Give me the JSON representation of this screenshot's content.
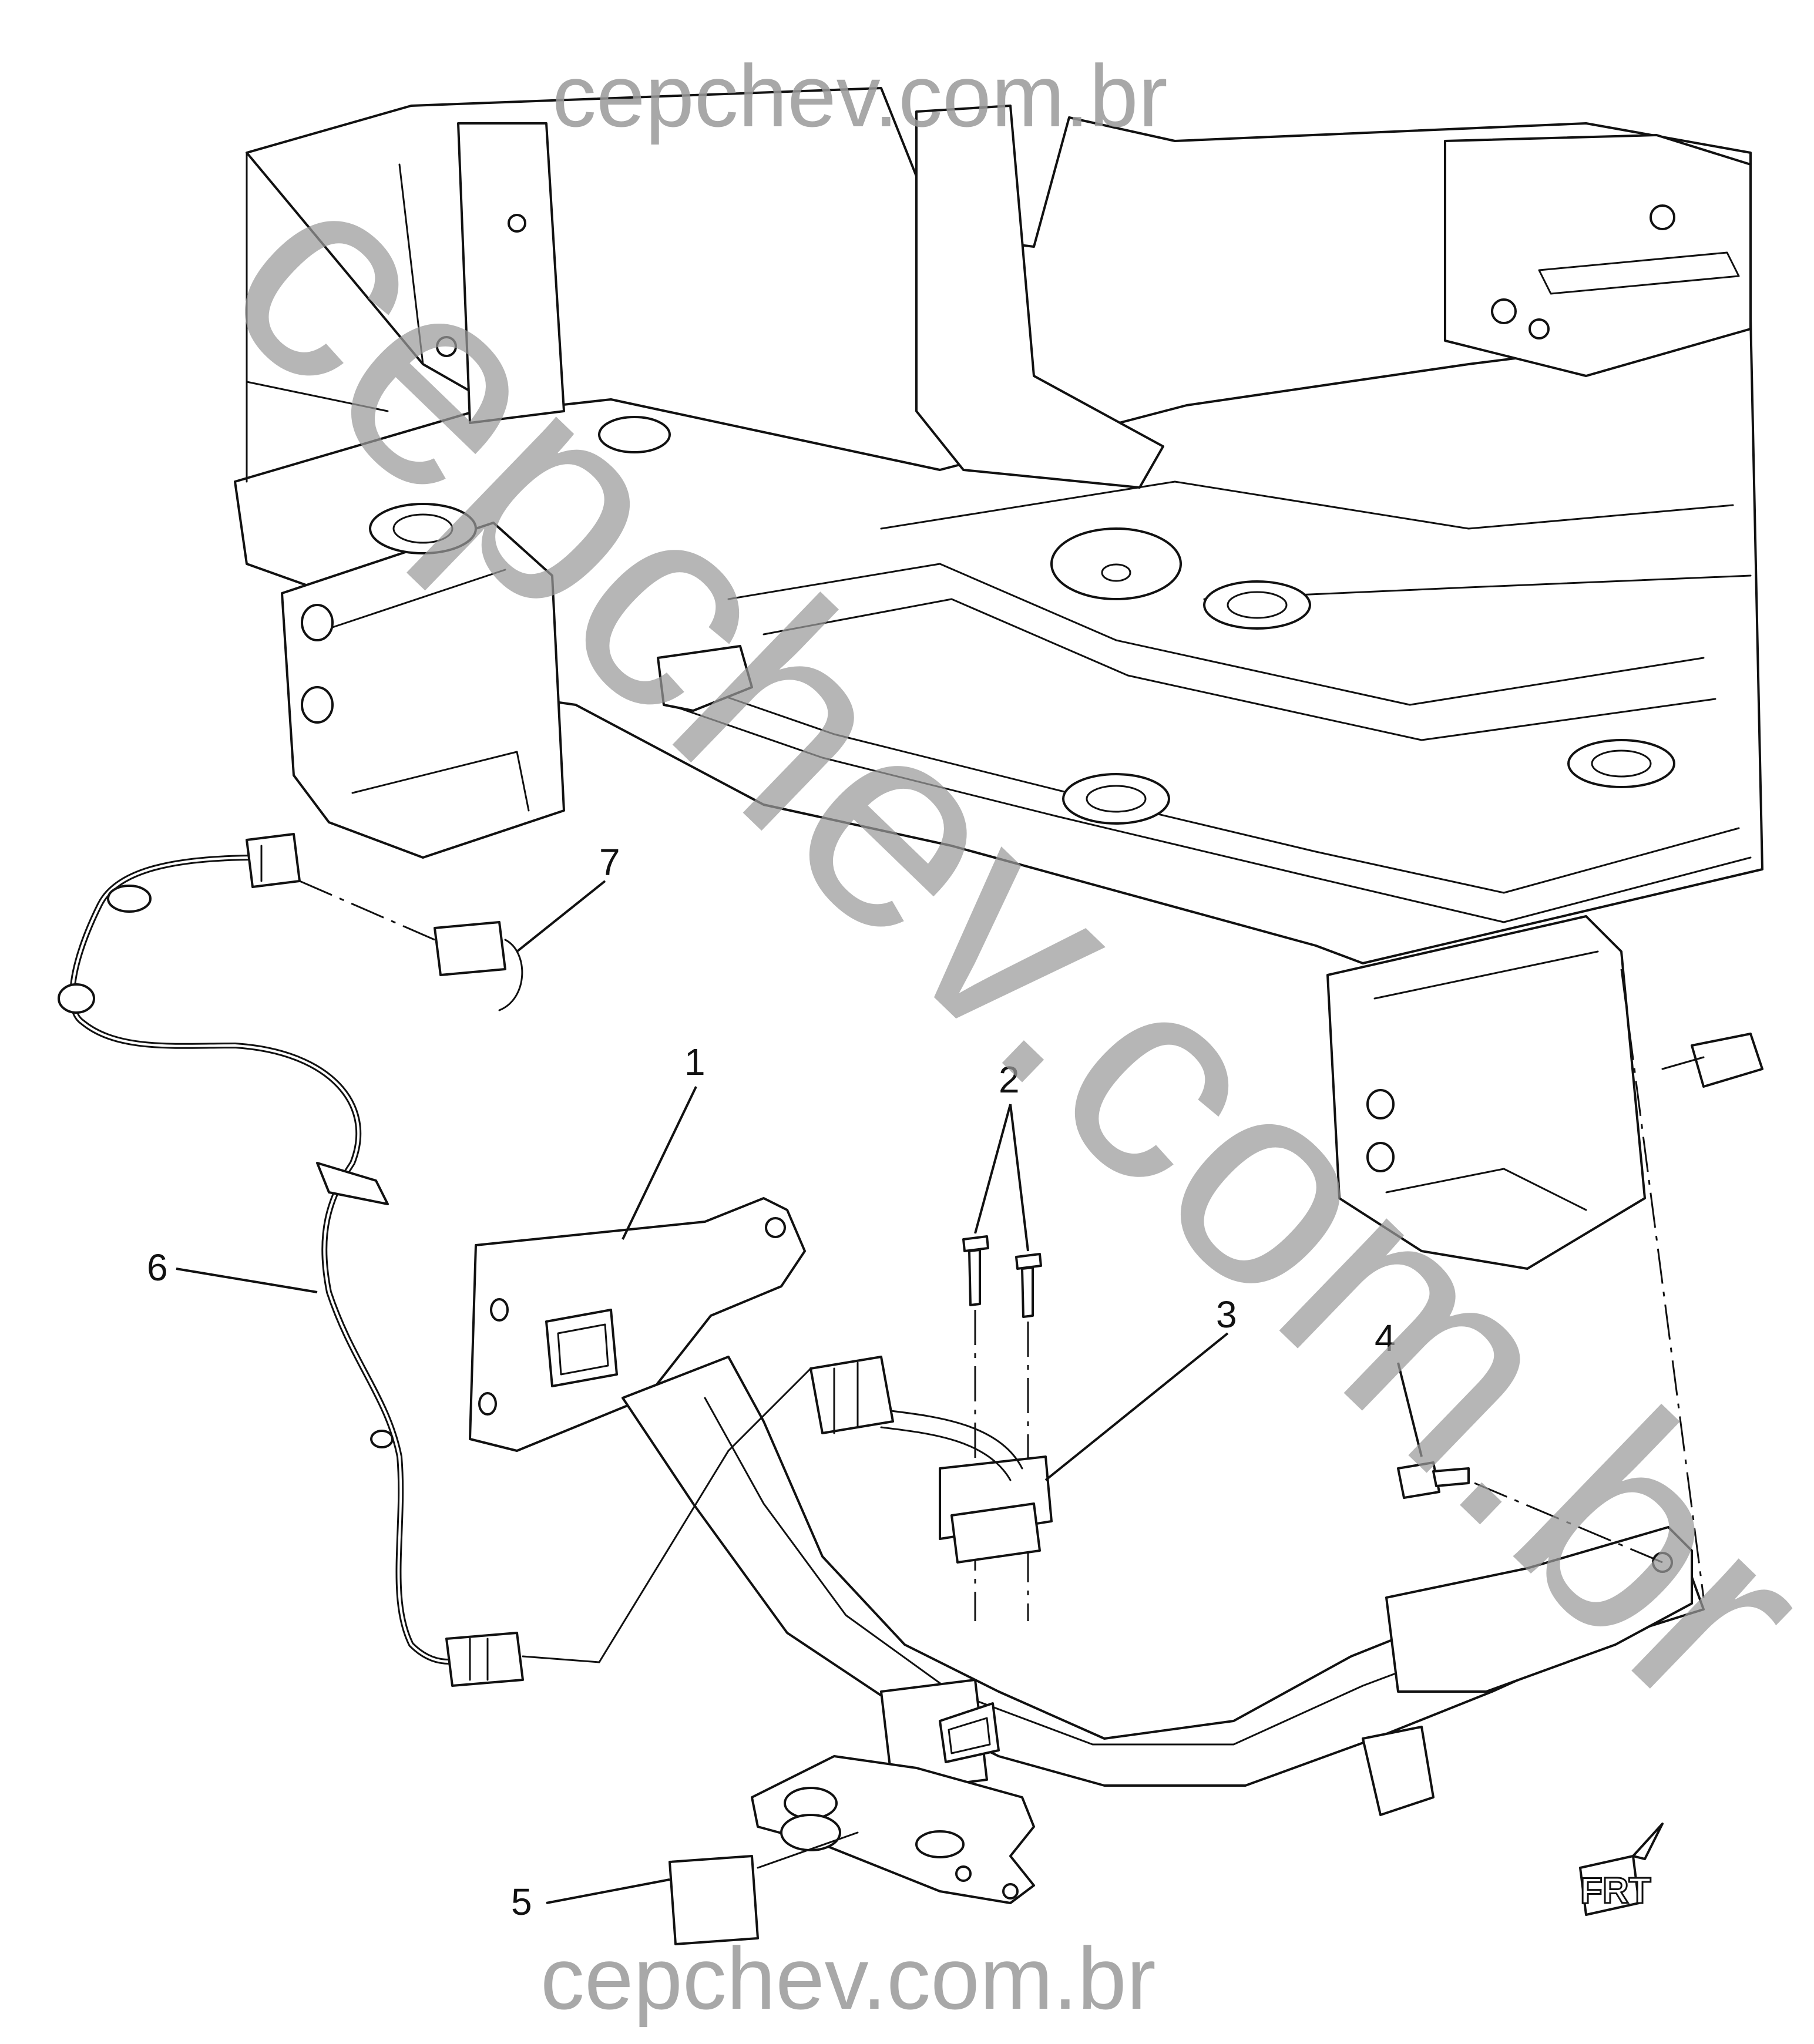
{
  "watermark": {
    "top": "cepchev.com.br",
    "diagonal": "cepchev.com.br",
    "bottom": "cepchev.com.br"
  },
  "callouts": [
    {
      "id": "1",
      "label": "1"
    },
    {
      "id": "2",
      "label": "2"
    },
    {
      "id": "3",
      "label": "3"
    },
    {
      "id": "4",
      "label": "4"
    },
    {
      "id": "5",
      "label": "5"
    },
    {
      "id": "6",
      "label": "6"
    },
    {
      "id": "7",
      "label": "7"
    }
  ],
  "orientation_badge": {
    "label": "FRT",
    "icon": "front-direction-arrow-icon"
  },
  "colors": {
    "linework": "#111111",
    "watermark": "#9a9a9a",
    "background": "#ffffff"
  }
}
